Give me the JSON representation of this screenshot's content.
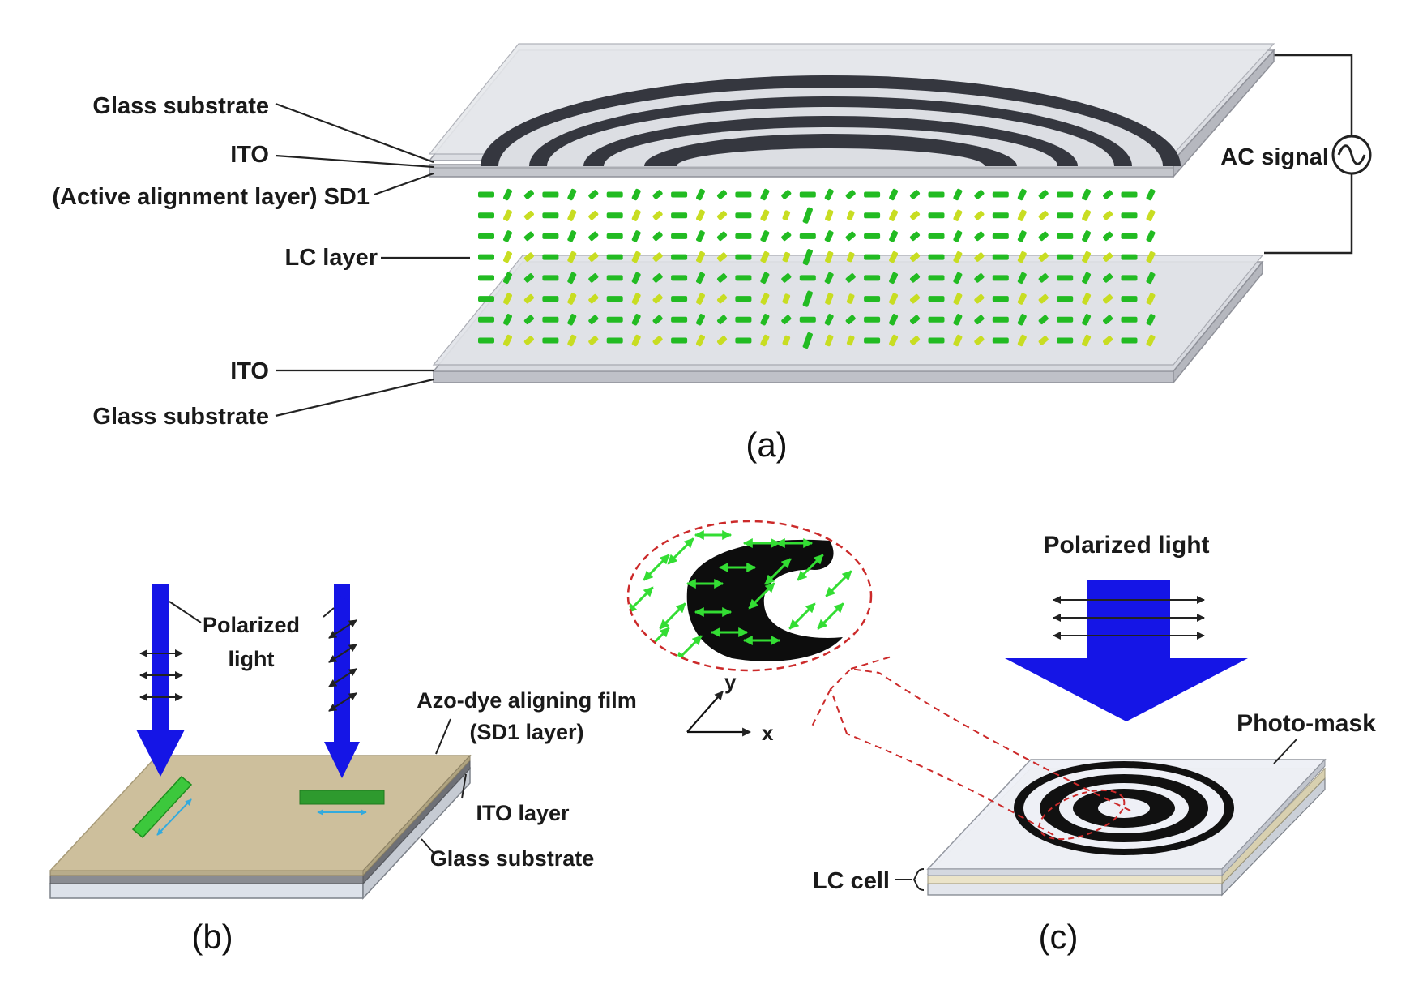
{
  "panel_a": {
    "caption": "(a)",
    "labels": {
      "glass_top": "Glass substrate",
      "ito_top": "ITO",
      "sd1": "(Active alignment layer) SD1",
      "lc_layer": "LC layer",
      "ito_bottom": "ITO",
      "glass_bottom": "Glass substrate",
      "ac_signal": "AC signal"
    }
  },
  "panel_b": {
    "caption": "(b)",
    "labels": {
      "polarized_1": "Polarized",
      "polarized_2": "light",
      "azo_1": "Azo-dye aligning film",
      "azo_2": "(SD1 layer)",
      "ito_layer": "ITO layer",
      "glass": "Glass substrate"
    }
  },
  "panel_c": {
    "caption": "(c)",
    "labels": {
      "polarized_light": "Polarized light",
      "photo_mask": "Photo-mask",
      "lc_cell": "LC cell",
      "axis_x": "x",
      "axis_y": "y"
    }
  },
  "colors": {
    "glass": "#d4d6dc",
    "glass_edge": "#9a9ca4",
    "ring": "#35373f",
    "lc_green": "#22bb22",
    "lc_yellow": "#c8dd22",
    "uv_blue": "#1515e6",
    "azo_film": "#cdbf9c",
    "dashed_red": "#cc2a2a",
    "arrow_green": "#33dd33"
  }
}
